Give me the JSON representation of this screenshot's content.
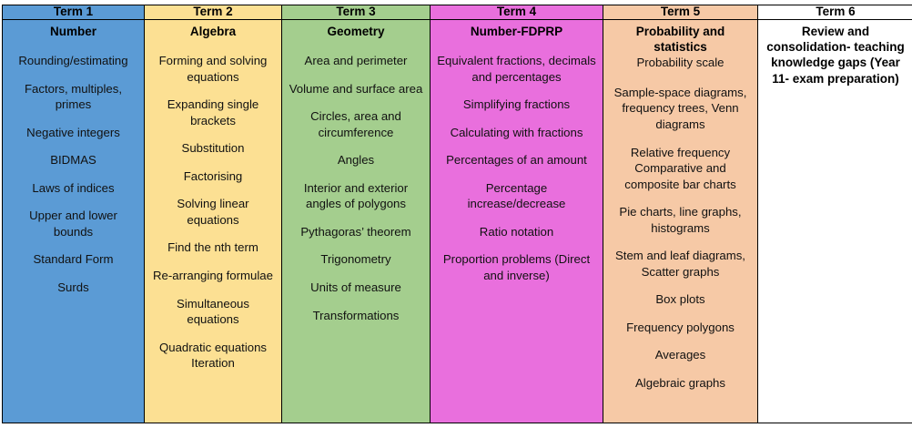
{
  "document": {
    "type": "curriculum-overview-table",
    "colors": {
      "term1": "#5B9BD5",
      "term2": "#FCE093",
      "term3": "#A4CE8E",
      "term4": "#E96FDD",
      "term5": "#F6C9A6",
      "term6": "#FFFFFF",
      "border": "#000000",
      "text": "#111111"
    }
  },
  "columns": [
    {
      "header": "Term 1",
      "subject": "Number",
      "topics": [
        "Rounding/estimating",
        "Factors, multiples, primes",
        "Negative integers",
        "BIDMAS",
        "Laws of indices",
        "Upper and lower bounds",
        "Standard Form",
        "Surds"
      ]
    },
    {
      "header": "Term 2",
      "subject": "Algebra",
      "topics": [
        "Forming and solving equations",
        "Expanding single brackets",
        "Substitution",
        "Factorising",
        "Solving linear equations",
        "Find the nth term",
        "Re-arranging formulae",
        "Simultaneous equations",
        "Quadratic equations\nIteration"
      ]
    },
    {
      "header": "Term 3",
      "subject": "Geometry",
      "topics": [
        "Area and perimeter",
        "Volume and surface area",
        "Circles, area and circumference",
        "Angles",
        "Interior and exterior angles of polygons",
        "Pythagoras’ theorem",
        "Trigonometry",
        "Units of measure",
        "Transformations"
      ]
    },
    {
      "header": "Term 4",
      "subject": "Number-FDPRP",
      "topics": [
        "Equivalent fractions, decimals and percentages",
        "Simplifying fractions",
        "Calculating with fractions",
        "Percentages of an amount",
        "Percentage increase/decrease",
        "Ratio notation",
        "Proportion problems (Direct and inverse)"
      ]
    },
    {
      "header": "Term 5",
      "subject": "Probability and statistics",
      "first_topic": "Probability scale",
      "topics": [
        "Sample-space diagrams, frequency trees, Venn diagrams",
        "Relative frequency\nComparative and composite bar charts",
        "Pie charts, line graphs, histograms",
        "Stem and leaf diagrams,\nScatter graphs",
        "Box plots",
        "Frequency polygons",
        "Averages",
        "Algebraic graphs"
      ]
    },
    {
      "header": "Term 6",
      "subject": "Review and consolidation- teaching knowledge gaps (Year 11- exam preparation)",
      "topics": []
    }
  ]
}
